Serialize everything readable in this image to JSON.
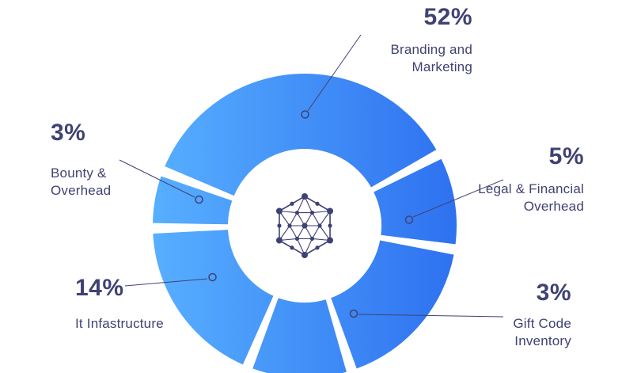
{
  "chart_data": {
    "type": "pie",
    "subtype": "donut",
    "title": "",
    "legend_position": "callout-labels",
    "slices": [
      {
        "label": "Branding and Marketing",
        "pct": 52,
        "start_deg": 293,
        "end_deg": 420
      },
      {
        "label": "Legal & Financial Overhead",
        "pct": 5,
        "start_deg": 64,
        "end_deg": 97
      },
      {
        "label": "Gift Code Inventory",
        "pct": 3,
        "start_deg": 101,
        "end_deg": 160
      },
      {
        "label": "",
        "pct": null,
        "start_deg": 164,
        "end_deg": 200
      },
      {
        "label": "It Infastructure",
        "pct": 14,
        "start_deg": 204,
        "end_deg": 267
      },
      {
        "label": "Bounty & Overhead",
        "pct": 3,
        "start_deg": 271,
        "end_deg": 289
      }
    ],
    "gradient": {
      "start": "#57AFFF",
      "end": "#2E71F0"
    },
    "text_color": "#3F4273",
    "icon_color": "#3E4173",
    "center_icon": "hexagon-network"
  },
  "labels": {
    "branding": {
      "pct": "52%",
      "line1": "Branding and",
      "line2": "Marketing"
    },
    "bounty": {
      "pct": "3%",
      "line1": "Bounty &",
      "line2": "Overhead"
    },
    "legal": {
      "pct": "5%",
      "line1": "Legal & Financial",
      "line2": "Overhead"
    },
    "itinfra": {
      "pct": "14%",
      "line1": "It Infastructure"
    },
    "gift": {
      "pct": "3%",
      "line1": "Gift Code",
      "line2": "Inventory"
    }
  }
}
